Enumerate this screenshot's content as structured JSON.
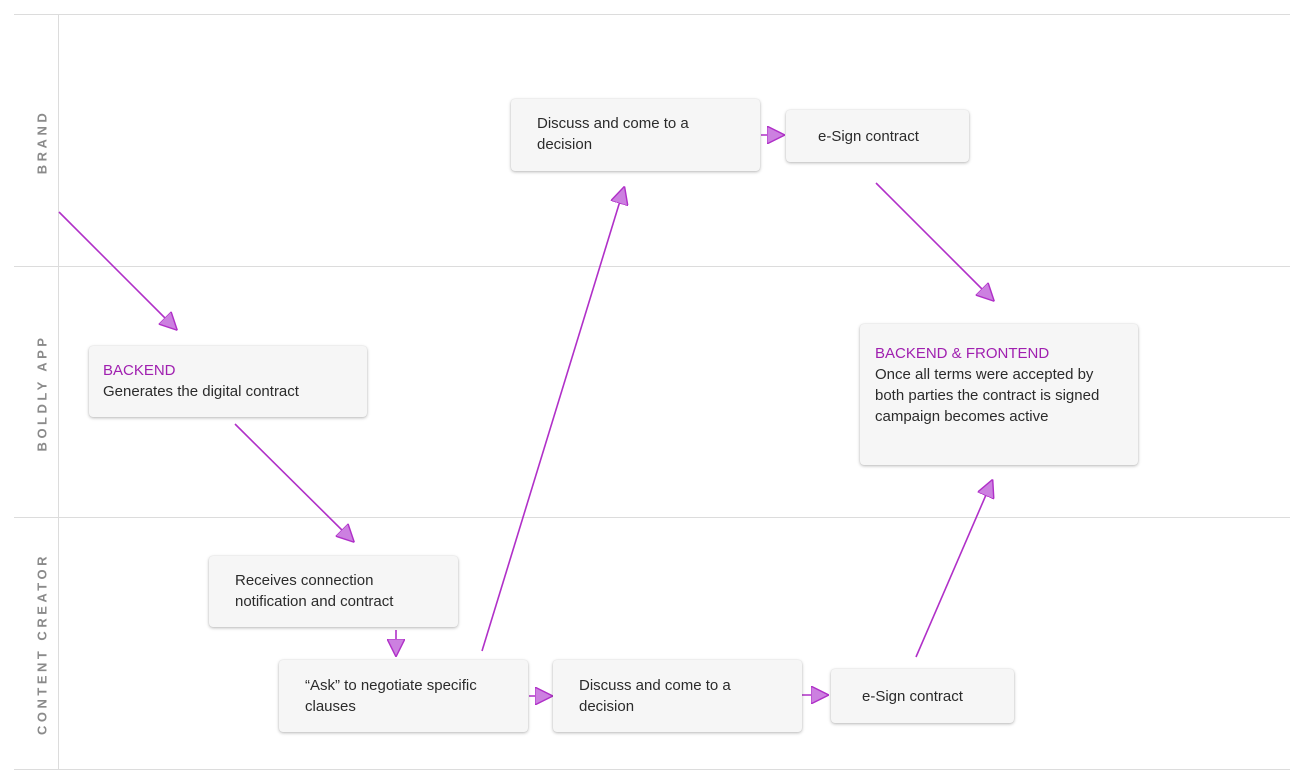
{
  "lanes": [
    {
      "label": "BRAND"
    },
    {
      "label": "BOLDLY APP"
    },
    {
      "label": "CONTENT CREATOR"
    }
  ],
  "cards": {
    "brand_discuss": {
      "text": "Discuss and come to a decision"
    },
    "brand_esign": {
      "text": "e-Sign contract"
    },
    "app_backend": {
      "tag": "BACKEND",
      "text": "Generates the digital contract"
    },
    "app_backend_frontend": {
      "tag": "BACKEND & FRONTEND",
      "text": "Once all terms were accepted by both parties the contract is signed campaign becomes active"
    },
    "creator_receives": {
      "text": "Receives connection notification and contract"
    },
    "creator_ask": {
      "text": "“Ask” to negotiate specific clauses"
    },
    "creator_discuss": {
      "text": "Discuss and come to a decision"
    },
    "creator_esign": {
      "text": "e-Sign contract"
    }
  },
  "colors": {
    "arrow": "#b030c8",
    "arrow_fill": "#cc80e0",
    "tag": "#a020b0",
    "lane_label": "#8a8a8a",
    "grid": "#dcdcdc"
  }
}
